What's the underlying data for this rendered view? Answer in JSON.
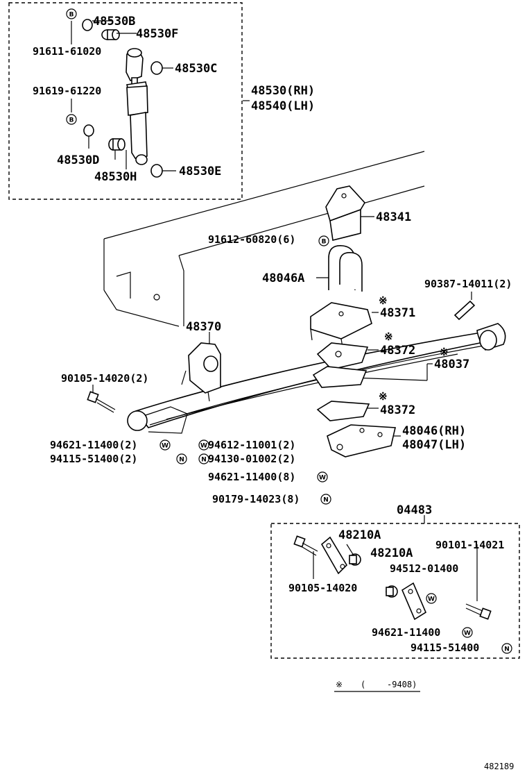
{
  "labels": {
    "p48530B": "48530B",
    "p48530F": "48530F",
    "p91611": "91611-61020",
    "p48530C": "48530C",
    "p91619": "91619-61220",
    "p48530D": "48530D",
    "p48530H": "48530H",
    "p48530E": "48530E",
    "p48530RH": "48530(RH)",
    "p48540LH": "48540(LH)",
    "p48341": "48341",
    "p91612": "91612-60820(6)",
    "p48046A": "48046A",
    "p90387": "90387-14011(2)",
    "p48371": "48371",
    "p48370": "48370",
    "p48372a": "48372",
    "p48037": "48037",
    "p90105a": "90105-14020(2)",
    "p48372b": "48372",
    "p48046RH": "48046(RH)",
    "p48047LH": "48047(LH)",
    "p94621a": "94621-11400(2)",
    "p94612": "94612-11001(2)",
    "p94115a": "94115-51400(2)",
    "p94130": "94130-01002(2)",
    "p94621b": "94621-11400(8)",
    "p90179": "90179-14023(8)",
    "p04483": "04483",
    "p48210A1": "48210A",
    "p90101": "90101-14021",
    "p48210A2": "48210A",
    "p94512": "94512-01400",
    "p90105b": "90105-14020",
    "p94621c": "94621-11400",
    "p94115b": "94115-51400"
  },
  "badges": {
    "B": "B",
    "W": "W",
    "N": "N"
  },
  "marks": {
    "asterisk": "※"
  },
  "note": {
    "open": "(",
    "range": "-9408)"
  },
  "diagram_id": "482189"
}
